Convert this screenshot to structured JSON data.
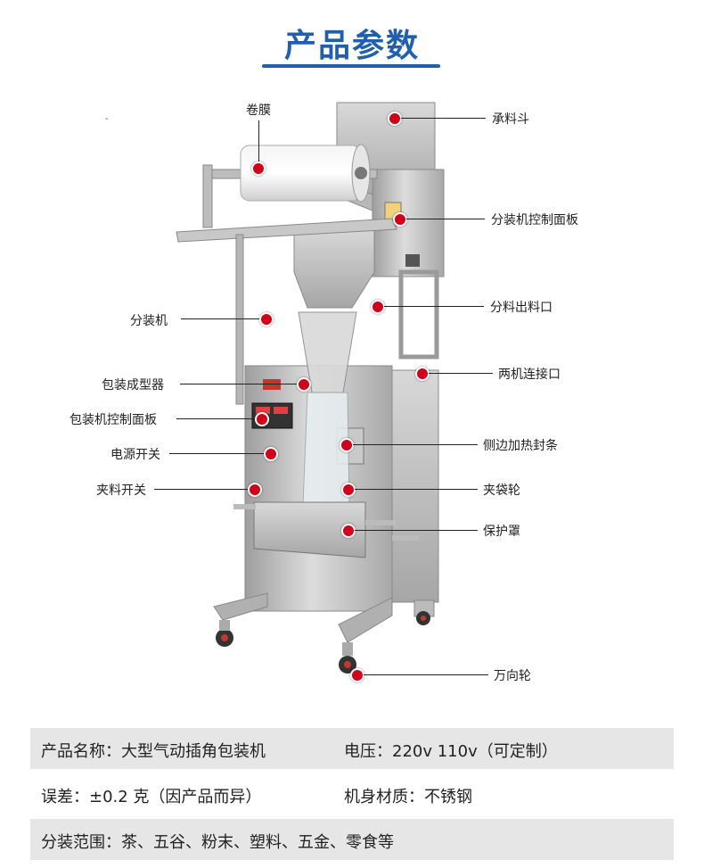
{
  "title": "产品参数",
  "stray_mark": "-",
  "callouts": {
    "film_roll": "卷膜",
    "hopper": "承料斗",
    "dosing_panel": "分装机控制面板",
    "doser": "分装机",
    "dosing_outlet": "分料出料口",
    "bag_former": "包装成型器",
    "link_port": "两机连接口",
    "packer_panel": "包装机控制面板",
    "power_switch": "电源开关",
    "side_sealer": "侧边加热封条",
    "clamp_switch": "夹料开关",
    "bag_wheel": "夹袋轮",
    "guard": "保护罩",
    "caster": "万向轮"
  },
  "specs": {
    "name": "产品名称：大型气动插角包装机",
    "voltage": "电压：220v 110v（可定制）",
    "tolerance": "误差：±0.2 克（因产品而异）",
    "material": "机身材质：不锈钢",
    "range": "分装范围：茶、五谷、粉末、塑料、五金、零食等"
  },
  "colors": {
    "title": "#1f5fae",
    "marker": "#d0021b",
    "steel": "#bdbdbd"
  }
}
